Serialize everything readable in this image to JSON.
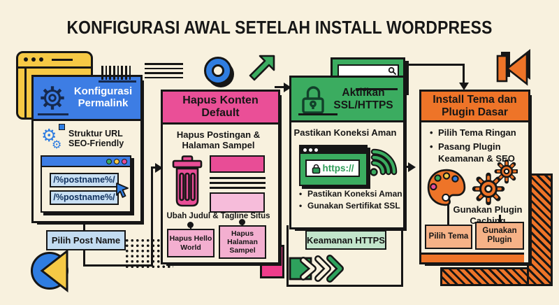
{
  "title": "KONFIGURASI AWAL SETELAH INSTALL WORDPRESS",
  "colors": {
    "background": "#F8F1DE",
    "ink": "#161616",
    "blue": "#3D7DE4",
    "light_blue": "#C8DFF3",
    "navy": "#16294D",
    "yellow": "#F6C945",
    "pink": "#EA4F97",
    "light_pink": "#F3AFD0",
    "pale_pink": "#F6BCDA",
    "deco_pink": "#EE3D8B",
    "green": "#3BAC60",
    "pale_green": "#C2E5CB",
    "https_green": "#2E9D58",
    "orange": "#EE7428",
    "light_orange": "#F6B287"
  },
  "icons": {
    "gear": "cog-wheel",
    "lock": "padlock",
    "trash": "trash-can",
    "palette": "paint-palette",
    "wifi": "wifi-signal",
    "cursor": "mouse-cursor",
    "search": "magnifier",
    "play": "play-triangle",
    "skip": "skip-track",
    "fast_forward": "double-chevron",
    "arrow_ne": "north-east-arrow",
    "donut": "ring"
  },
  "steps": {
    "permalink": {
      "header": "Konfigurasi Permalink",
      "subtitle": "Struktur URL SEO-Friendly",
      "field1": "/%postname%/",
      "field2": "/%postname%/",
      "label": "Pilih Post Name"
    },
    "konten": {
      "header": "Hapus Konten Default",
      "subtitle": "Hapus Postingan & Halaman Sampel",
      "caption": "Ubah Judul & Tagline Situs",
      "button1": "Hapus Hello World",
      "button2": "Hapus Halaman Sampel"
    },
    "ssl": {
      "header": "Aktifkan SSL/HTTPS",
      "subtitle": "Pastikan Koneksi Aman",
      "address": "https://",
      "bullet1": "Pastikan Koneksi Aman",
      "bullet2": "Gunakan Sertifikat SSL",
      "label": "Keamanan HTTPS"
    },
    "tema": {
      "header": "Install Tema dan Plugin Dasar",
      "bullet1": "Pilih Tema Ringan",
      "bullet2": "Pasang Plugin Keamanan & SEO",
      "caption": "Gunakan Plugin Caching",
      "button1": "Pilih Tema",
      "button2": "Gunakan Plugin"
    }
  }
}
